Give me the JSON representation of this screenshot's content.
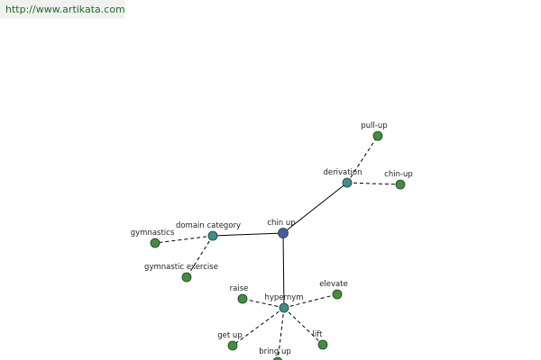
{
  "site": {
    "url": "http://www.artikata.com"
  },
  "graph": {
    "nodes": [
      {
        "id": "chin-up-center",
        "label": "chin up",
        "kind": "center"
      },
      {
        "id": "derivation",
        "label": "derivation",
        "kind": "category"
      },
      {
        "id": "domain-category",
        "label": "domain category",
        "kind": "category"
      },
      {
        "id": "hypernym",
        "label": "hypernym",
        "kind": "category"
      },
      {
        "id": "pull-up",
        "label": "pull-up",
        "kind": "term"
      },
      {
        "id": "chin-up-term",
        "label": "chin-up",
        "kind": "term"
      },
      {
        "id": "gymnastics",
        "label": "gymnastics",
        "kind": "term"
      },
      {
        "id": "gymnastic-exercise",
        "label": "gymnastic exercise",
        "kind": "term"
      },
      {
        "id": "raise",
        "label": "raise",
        "kind": "term"
      },
      {
        "id": "elevate",
        "label": "elevate",
        "kind": "term"
      },
      {
        "id": "get-up",
        "label": "get up",
        "kind": "term"
      },
      {
        "id": "bring-up",
        "label": "bring up",
        "kind": "term"
      },
      {
        "id": "lift",
        "label": "lift",
        "kind": "term"
      }
    ],
    "edges": [
      {
        "from": "chin-up-center",
        "to": "derivation",
        "style": "solid"
      },
      {
        "from": "chin-up-center",
        "to": "domain-category",
        "style": "solid"
      },
      {
        "from": "chin-up-center",
        "to": "hypernym",
        "style": "solid"
      },
      {
        "from": "derivation",
        "to": "pull-up",
        "style": "dashed"
      },
      {
        "from": "derivation",
        "to": "chin-up-term",
        "style": "dashed"
      },
      {
        "from": "domain-category",
        "to": "gymnastics",
        "style": "dashed"
      },
      {
        "from": "domain-category",
        "to": "gymnastic-exercise",
        "style": "dashed"
      },
      {
        "from": "hypernym",
        "to": "raise",
        "style": "dashed"
      },
      {
        "from": "hypernym",
        "to": "elevate",
        "style": "dashed"
      },
      {
        "from": "hypernym",
        "to": "get-up",
        "style": "dashed"
      },
      {
        "from": "hypernym",
        "to": "bring-up",
        "style": "dashed"
      },
      {
        "from": "hypernym",
        "to": "lift",
        "style": "dashed"
      }
    ]
  },
  "colors": {
    "center": "#4a5aa8",
    "category": "#3d8f8f",
    "term": "#3f8f3f",
    "edge": "#000000"
  }
}
